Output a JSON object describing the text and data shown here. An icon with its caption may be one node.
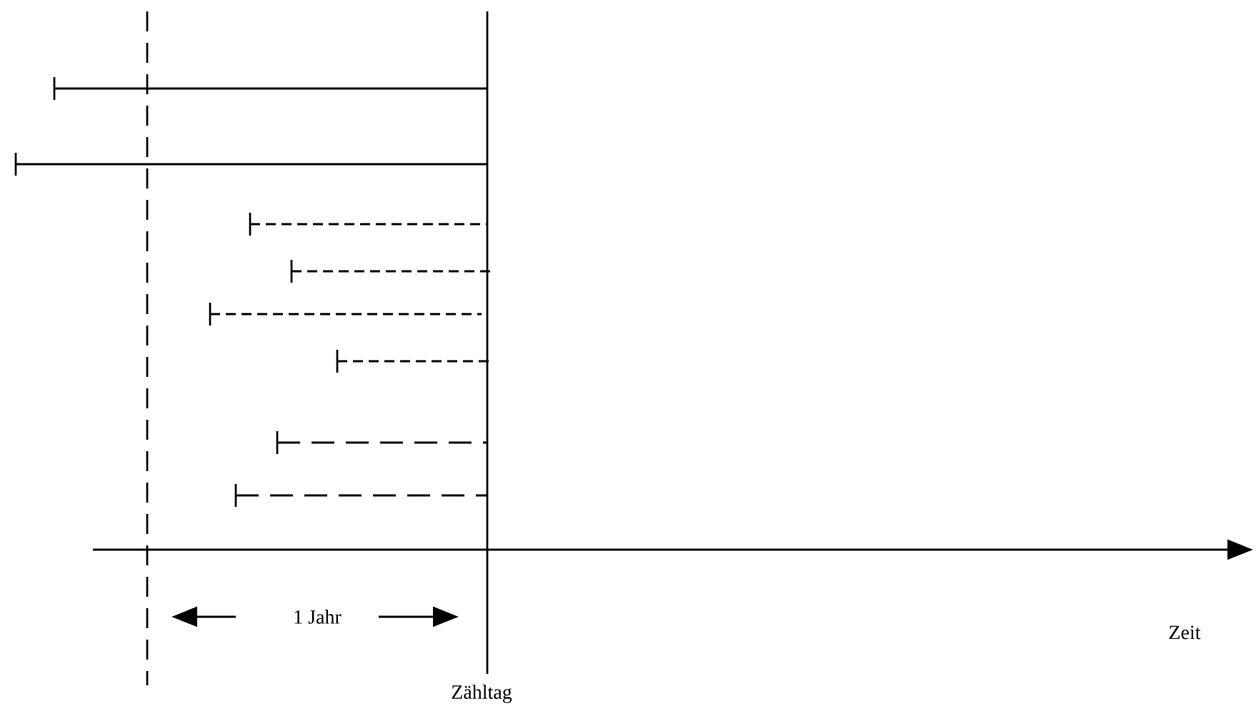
{
  "diagram": {
    "labels": [
      "1 Jahr",
      "Zeit",
      "Zähltag"
    ]
  }
}
